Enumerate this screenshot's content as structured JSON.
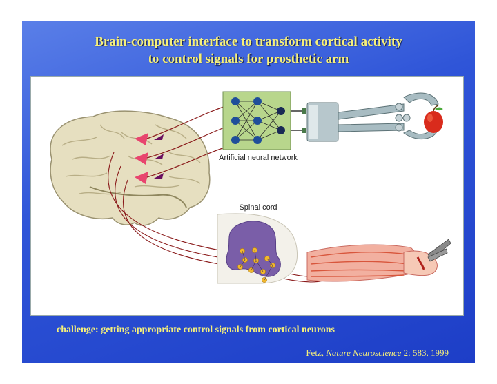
{
  "title_line1": "Brain-computer interface to transform cortical activity",
  "title_line2": "to control signals for prosthetic arm",
  "labels": {
    "ann": "Artificial neural network",
    "spinal": "Spinal cord"
  },
  "challenge": "challenge: getting appropriate control signals from cortical neurons",
  "citation": {
    "author": "Fetz,",
    "journal": "Nature Neuroscience",
    "ref": "2: 583, 1999"
  }
}
